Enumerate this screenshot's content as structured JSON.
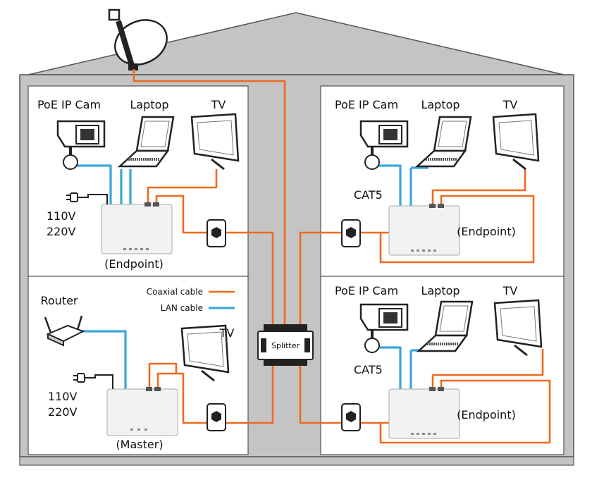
{
  "labels": {
    "poe_ip_cam": "PoE IP Cam",
    "laptop": "Laptop",
    "tv": "TV",
    "cat5": "CAT5",
    "endpoint": "(Endpoint)",
    "master": "(Master)",
    "router": "Router",
    "splitter": "Splitter",
    "v110": "110V",
    "v220": "220V"
  },
  "legend": {
    "coax": "Coaxial cable",
    "lan": "LAN cable"
  },
  "colors": {
    "coax": "#ef6a1e",
    "lan": "#3aa6dc",
    "shaft": "#b9b9b9",
    "roof": "#c4c4c4"
  }
}
